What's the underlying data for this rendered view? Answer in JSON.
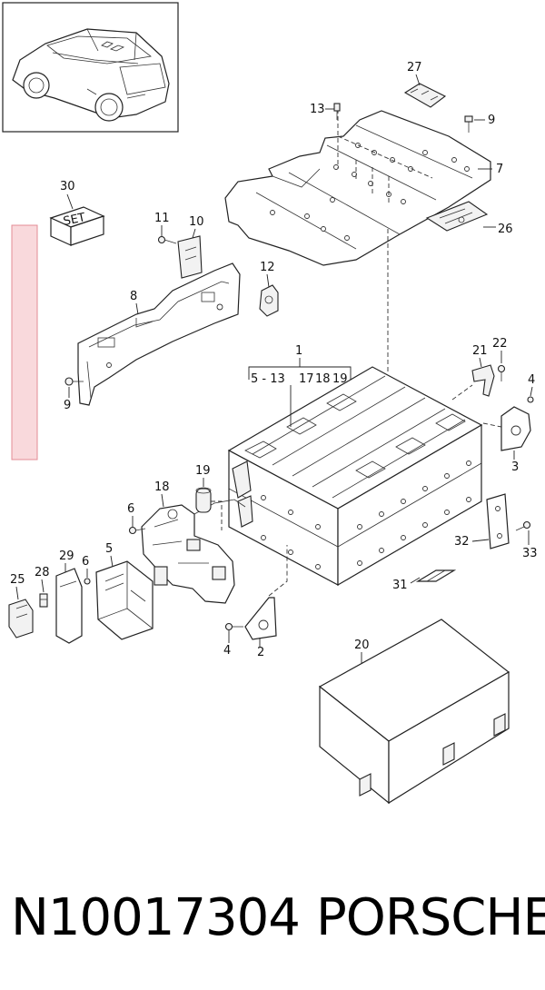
{
  "diagram": {
    "callouts": {
      "c1": "1",
      "c2": "2",
      "c3": "3",
      "c4a": "4",
      "c4b": "4",
      "c5": "5",
      "c6a": "6",
      "c6b": "6",
      "c7": "7",
      "c8": "8",
      "c9a": "9",
      "c9b": "9",
      "c10": "10",
      "c11": "11",
      "c12": "12",
      "c13": "13",
      "c18": "18",
      "c19": "19",
      "c20": "20",
      "c21": "21",
      "c22": "22",
      "c25": "25",
      "c26": "26",
      "c27": "27",
      "c28": "28",
      "c29": "29",
      "c30": "30",
      "c31": "31",
      "c32": "32",
      "c33": "33"
    },
    "group_labels": {
      "g1": "5 - 13",
      "g2": "17",
      "g3": "18",
      "g4": "19"
    },
    "set_box_label": "SET"
  },
  "footer": {
    "part_number": "N10017304",
    "brand": "PORSCHE"
  },
  "colors": {
    "accent_bar_fill": "#f9d9dc",
    "accent_bar_stroke": "#e38c95"
  }
}
